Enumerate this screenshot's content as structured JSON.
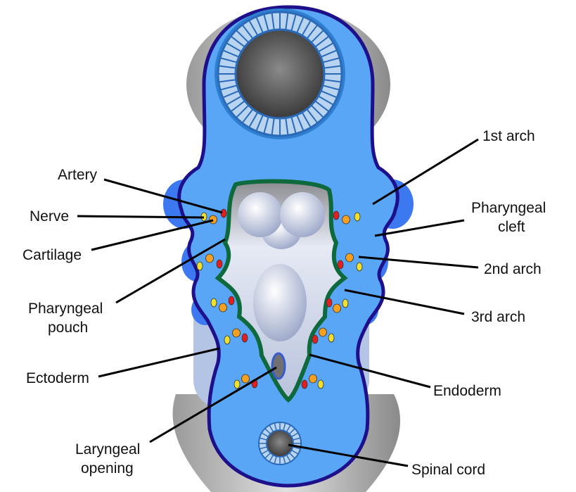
{
  "labels": {
    "artery": "Artery",
    "nerve": "Nerve",
    "cartilage": "Cartilage",
    "pharyngeal_pouch_1": "Pharyngeal",
    "pharyngeal_pouch_2": "pouch",
    "ectoderm": "Ectoderm",
    "laryngeal_opening_1": "Laryngeal",
    "laryngeal_opening_2": "opening",
    "first_arch": "1st arch",
    "pharyngeal_cleft_1": "Pharyngeal",
    "pharyngeal_cleft_2": "cleft",
    "second_arch": "2nd arch",
    "third_arch": "3rd arch",
    "endoderm": "Endoderm",
    "spinal_cord": "Spinal cord"
  },
  "colors": {
    "body": "#5aa6f6",
    "outline": "#1e0f8a",
    "endoderm": "#0e6a3c",
    "background_tissue": "#a9a9a9",
    "artery": "#e02020",
    "nerve": "#f0e030",
    "cartilage": "#f5a020"
  }
}
